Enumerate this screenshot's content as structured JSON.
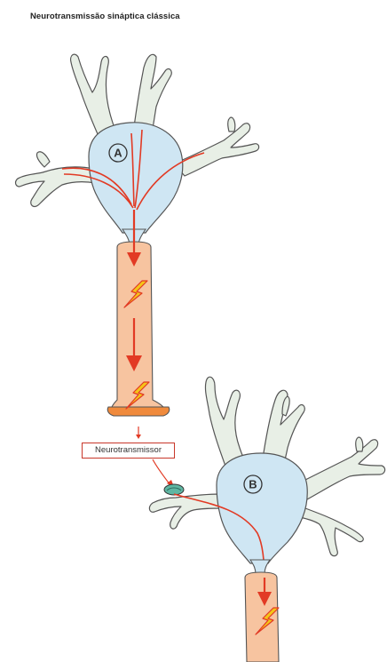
{
  "title": "Neurotransmissão sináptica clássica",
  "labels": {
    "neuron_a": "A",
    "neuron_b": "B"
  },
  "neurotransmitter_label": "Neurotransmissor",
  "colors": {
    "cell_body": "#cfe6f3",
    "dendrite": "#e8efe6",
    "outline": "#555555",
    "axon": "#f7c4a0",
    "terminal": "#f08a3c",
    "signal_arrow": "#e23a24",
    "lightning": "#f5c518",
    "vesicle": "#5fb6a2"
  }
}
